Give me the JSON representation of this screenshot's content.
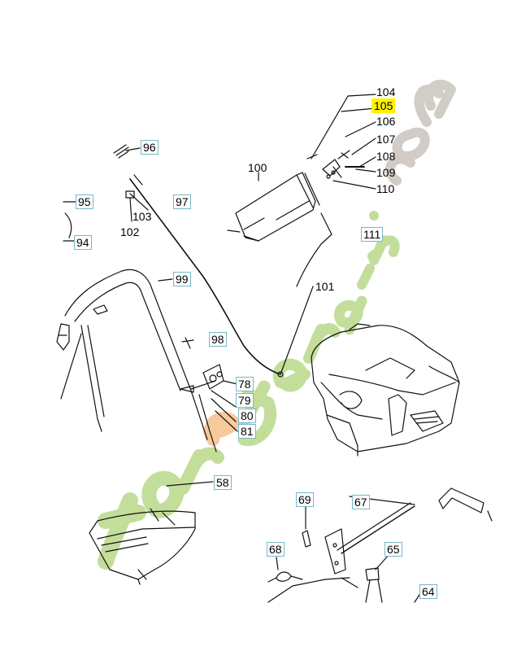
{
  "diagram": {
    "callouts": {
      "c104": "104",
      "c105": "105",
      "c106": "106",
      "c107": "107",
      "c108": "108",
      "c109": "109",
      "c110": "110",
      "c100": "100",
      "c96": "96",
      "c95": "95",
      "c97": "97",
      "c103": "103",
      "c102": "102",
      "c94": "94",
      "c111": "111",
      "c99": "99",
      "c101": "101",
      "c98": "98",
      "c78": "78",
      "c79": "79",
      "c80": "80",
      "c81": "81",
      "c58": "58",
      "c69": "69",
      "c67": "67",
      "c68": "68",
      "c65": "65",
      "c64": "64"
    },
    "highlighted_part": "105"
  },
  "watermark": {
    "text": "foretjardin.com",
    "colors": {
      "green": "#b9d98a",
      "orange": "#f7c08a",
      "gray": "#c9c4bd"
    }
  }
}
